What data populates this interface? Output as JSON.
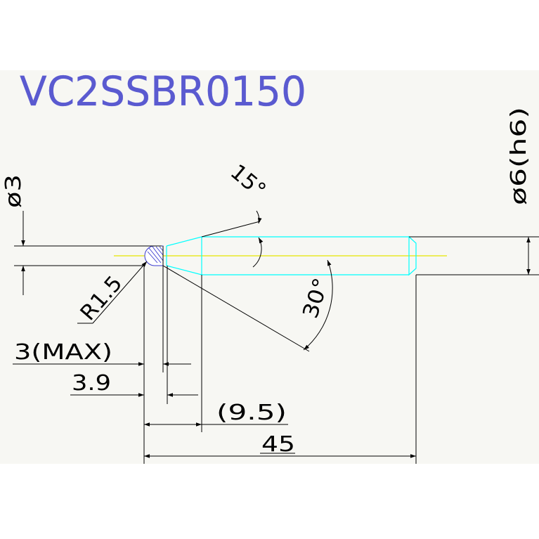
{
  "title": "VC2SSBR0150",
  "dimensions": {
    "shank_dia": "ø6(h6)",
    "neck_dia": "ø3",
    "angle_15": "15°",
    "angle_30": "30°",
    "radius": "R1.5",
    "length_3max": "3(MAX)",
    "length_3_9": "3.9",
    "length_9_5": "(9.5)",
    "overall_length": "45"
  },
  "colors": {
    "title": "#5a5ad0",
    "outline": "#000000",
    "tool": "#00ffff",
    "centerline": "#e6e600",
    "hatch": "#3a3ad0",
    "background_panel": "#f7f7f3"
  }
}
